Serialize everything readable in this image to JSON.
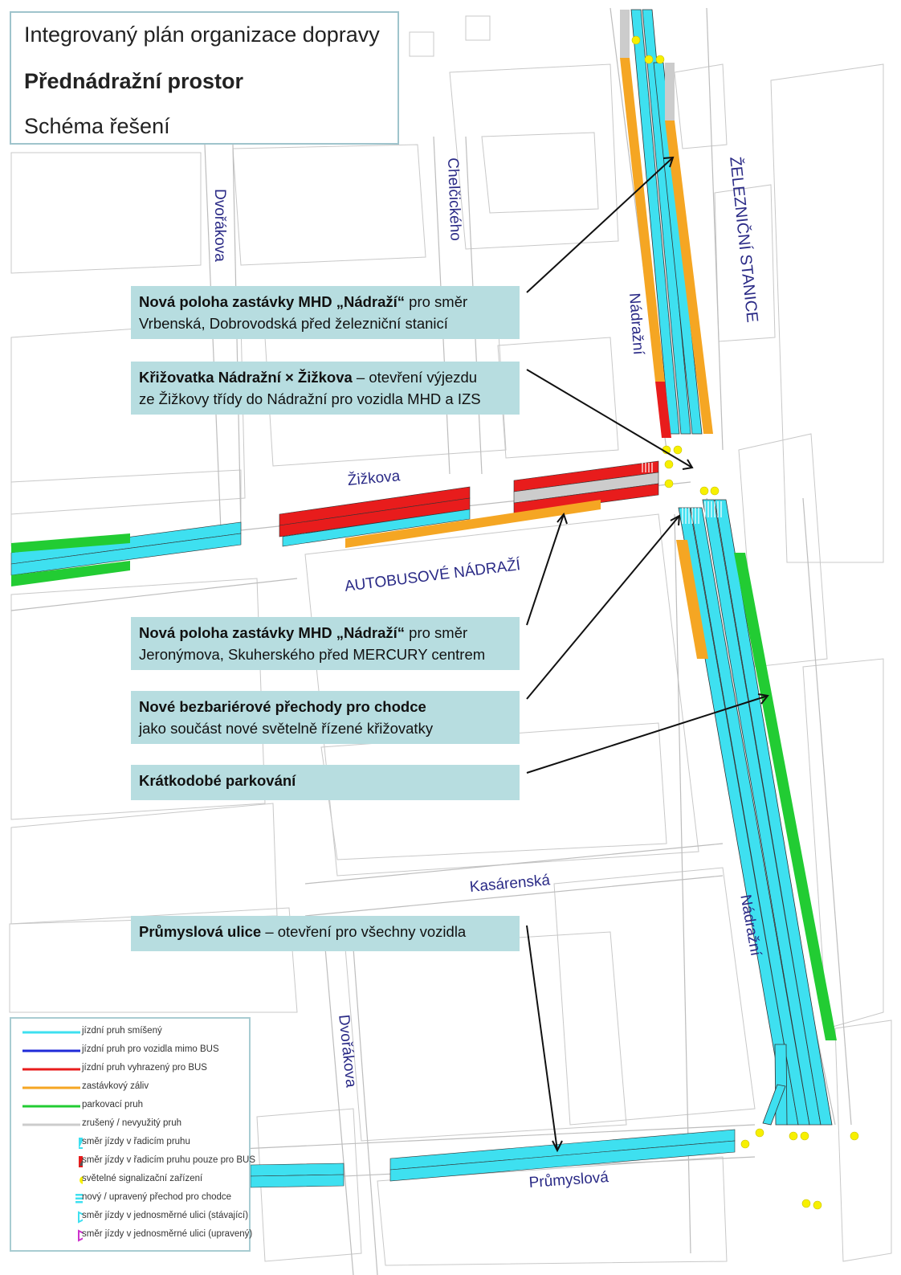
{
  "title": {
    "line1": "Integrovaný plán organizace dopravy",
    "line2": "Přednádražní prostor",
    "line3": "Schéma řešení"
  },
  "streets": {
    "dvorakova_top": "Dvořákova",
    "chelcickeho": "Chelčického",
    "nadrazni_top": "Nádražní",
    "zeleznicni_stanice": "ŽELEZNIČNÍ STANICE",
    "zizkova": "Žižkova",
    "autobusove_nadrazi": "AUTOBUSOVÉ NÁDRAŽÍ",
    "kasarenska": "Kasárenská",
    "nadrazni_bottom": "Nádražní",
    "dvorakova_bottom": "Dvořákova",
    "prumyslova": "Průmyslová"
  },
  "callouts": [
    {
      "bold": "Nová poloha zastávky MHD „Nádraží“",
      "rest": " pro směr",
      "line2": "Vrbenská, Dobrovodská před železniční stanicí"
    },
    {
      "bold": "Křižovatka Nádražní × Žižkova",
      "rest": " – otevření výjezdu",
      "line2": "ze Žižkovy třídy do Nádražní pro vozidla MHD a IZS"
    },
    {
      "bold": "Nová poloha zastávky MHD „Nádraží“",
      "rest": " pro směr",
      "line2": "Jeronýmova, Skuherského před MERCURY centrem"
    },
    {
      "bold": "Nové bezbariérové přechody pro chodce",
      "rest": "",
      "line2": "jako součást nové světelně řízené křižovatky"
    },
    {
      "bold": "Krátkodobé parkování",
      "rest": "",
      "line2": ""
    },
    {
      "bold": "Průmyslová ulice",
      "rest": " – otevření pro všechny vozidla",
      "line2": ""
    }
  ],
  "legend": [
    {
      "label": "jízdní pruh smíšený",
      "symbol": "line",
      "color": "#3ee0f0"
    },
    {
      "label": "jízdní pruh pro vozidla mimo BUS",
      "symbol": "line",
      "color": "#1f2ad8"
    },
    {
      "label": "jízdní pruh vyhrazený pro BUS",
      "symbol": "line",
      "color": "#e81c1c"
    },
    {
      "label": "zastávkový záliv",
      "symbol": "line",
      "color": "#f5a623"
    },
    {
      "label": "parkovací pruh",
      "symbol": "line",
      "color": "#22cc33"
    },
    {
      "label": "zrušený / nevyužitý pruh",
      "symbol": "line",
      "color": "#cccccc"
    },
    {
      "label": "směr jízdy v řadicím pruhu",
      "symbol": "arrow-icon",
      "color": "#3ee0f0"
    },
    {
      "label": "směr jízdy v řadicím pruhu pouze pro BUS",
      "symbol": "bus-arrow-icon",
      "color": "#e81c1c"
    },
    {
      "label": "světelné signalizační zařízení",
      "symbol": "signal-dot-icon",
      "color": "#f7f000"
    },
    {
      "label": "nový / upravený přechod pro chodce",
      "symbol": "crosswalk-icon",
      "color": "#3ee0f0"
    },
    {
      "label": "směr jízdy v jednosměrné ulici (stávající)",
      "symbol": "oneway-arrow-icon",
      "color": "#3ee0f0"
    },
    {
      "label": "směr jízdy v jednosměrné ulici (upravený)",
      "symbol": "oneway-arrow-modified-icon",
      "color": "#cc33cc"
    }
  ],
  "colors": {
    "mixed_lane": "#3ee0f0",
    "bus_lane": "#e81c1c",
    "stop_bay": "#f5a623",
    "parking": "#22cc33",
    "cancelled": "#cccccc",
    "signal": "#f7f000",
    "callout_bg": "#b7dde0"
  }
}
